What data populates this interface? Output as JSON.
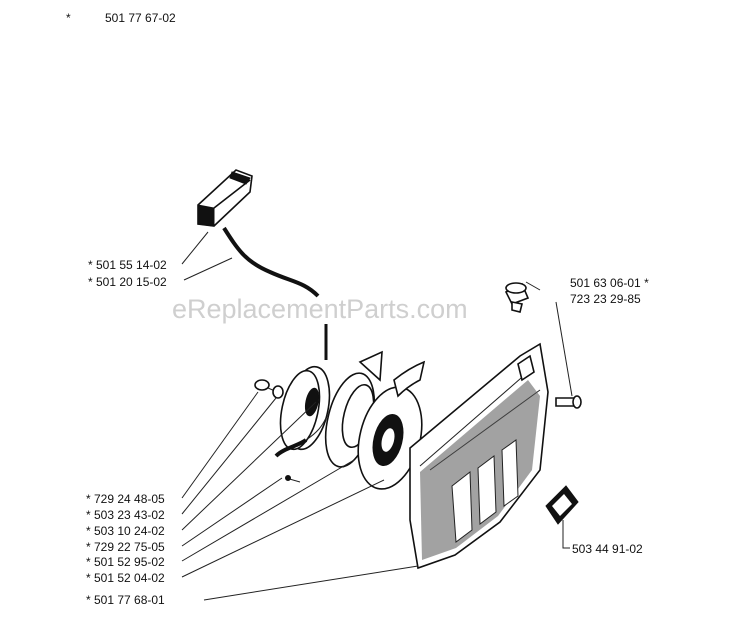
{
  "header": {
    "star": "*",
    "assembly_number": "501 77 67-02"
  },
  "watermark": "eReplacementParts.com",
  "labels": {
    "l1": "* 501 55 14-02",
    "l2": "* 501 20 15-02",
    "r1": "501 63 06-01 *",
    "r2": "723 23 29-85",
    "b1": "* 729 24 48-05",
    "b2": "* 503 23 43-02",
    "b3": "* 503 10 24-02",
    "b4": "* 729 22 75-05",
    "b5": "* 501 52 95-02",
    "b6": "* 501 52 04-02",
    "b7": "* 501 77 68-01",
    "r3": "503 44 91-02"
  }
}
